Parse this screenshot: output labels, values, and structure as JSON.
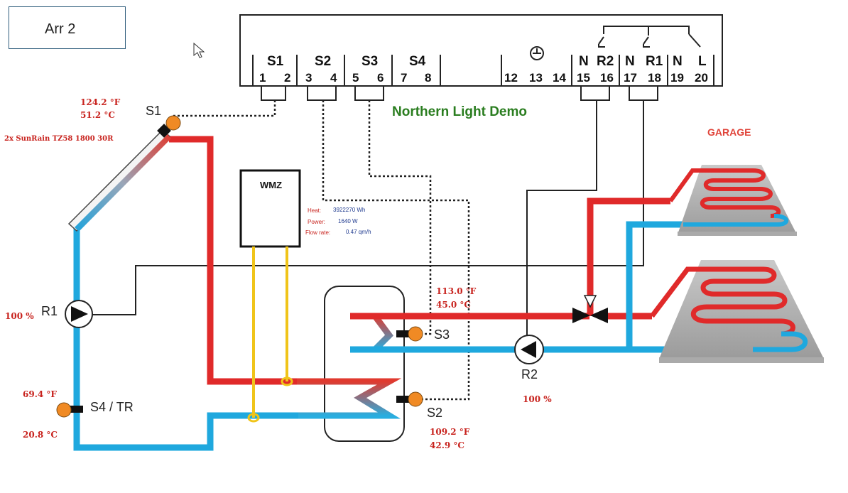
{
  "arrangement": "Arr 2",
  "title": "Northern Light Demo",
  "garage": "GARAGE",
  "collector": "2x SunRain TZ58 1800 30R",
  "controller": {
    "groups": [
      "S1",
      "S2",
      "S3",
      "S4",
      "N",
      "R2",
      "N",
      "R1",
      "N",
      "L"
    ],
    "numbers": [
      "1",
      "2",
      "3",
      "4",
      "5",
      "6",
      "7",
      "8",
      "12",
      "13",
      "14",
      "15",
      "16",
      "17",
      "18",
      "19",
      "20"
    ]
  },
  "sensors": {
    "s1": {
      "label": "S1",
      "f": "124.2 °F",
      "c": "51.2 °C"
    },
    "s2": {
      "label": "S2",
      "f": "109.2 °F",
      "c": "42.9 °C"
    },
    "s3": {
      "label": "S3",
      "f": "113.0 °F",
      "c": "45.0 °C"
    },
    "s4": {
      "label": "S4 / TR",
      "f": "69.4 °F",
      "c": "20.8 °C"
    }
  },
  "pumps": {
    "r1": {
      "label": "R1",
      "speed": "100 %"
    },
    "r2": {
      "label": "R2",
      "speed": "100 %"
    }
  },
  "wmz": {
    "title": "WMZ",
    "heat_key": "Heat:",
    "heat_value": "3922270 Wh",
    "power_key": "Power:",
    "power_value": "1640 W",
    "flow_key": "Flow rate:",
    "flow_value": "0.47 qm/h"
  },
  "colors": {
    "hot_pipe": "#e02a2a",
    "cold_pipe": "#1fa8de",
    "sensor": "#f08a24",
    "meter_line": "#f0c419",
    "title_green": "#2a7d1f",
    "value_red": "#c8231e"
  }
}
